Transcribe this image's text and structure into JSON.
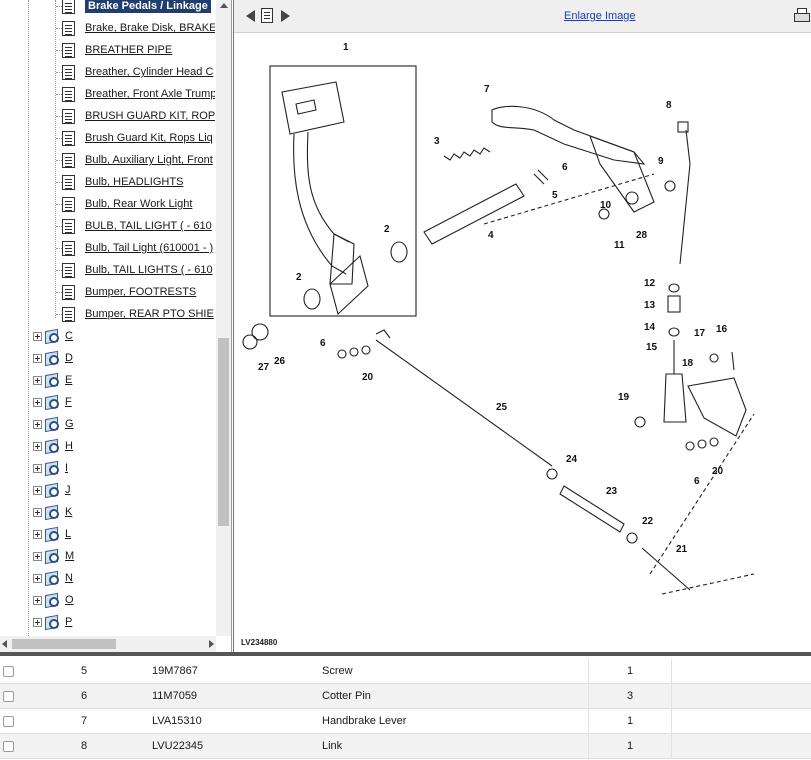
{
  "tree": {
    "selected": "Brake Pedals / Linkage",
    "items": [
      "Brake, Brake Disk, BRAKE",
      "BREATHER PIPE",
      "Breather, Cylinder Head C",
      "Breather, Front Axle Trump",
      "BRUSH GUARD KIT, ROP",
      "Brush Guard Kit, Rops Liq",
      "Bulb, Auxiliary Light, Front",
      "Bulb, HEADLIGHTS",
      "Bulb, Rear Work Light",
      "BULB, TAIL LIGHT ( - 610",
      "Bulb, Tail Light (610001 - )",
      "Bulb, TAIL LIGHTS ( - 610",
      "Bumper, FOOTRESTS",
      "Bumper, REAR PTO SHIE"
    ],
    "letters": [
      "C",
      "D",
      "E",
      "F",
      "G",
      "H",
      "I",
      "J",
      "K",
      "L",
      "M",
      "N",
      "O",
      "P"
    ]
  },
  "viewer": {
    "enlarge_label": "Enlarge Image",
    "diagram_id": "LV234880",
    "callouts": [
      "1",
      "2",
      "2",
      "3",
      "4",
      "5",
      "6",
      "6",
      "6",
      "7",
      "8",
      "9",
      "10",
      "11",
      "12",
      "13",
      "14",
      "15",
      "16",
      "17",
      "18",
      "19",
      "20",
      "20",
      "21",
      "22",
      "23",
      "24",
      "25",
      "26",
      "27",
      "28"
    ]
  },
  "parts": {
    "rows": [
      {
        "ref": "5",
        "part_no": "19M7867",
        "description": "Screw",
        "qty": "1"
      },
      {
        "ref": "6",
        "part_no": "11M7059",
        "description": "Cotter Pin",
        "qty": "3"
      },
      {
        "ref": "7",
        "part_no": "LVA15310",
        "description": "Handbrake Lever",
        "qty": "1"
      },
      {
        "ref": "8",
        "part_no": "LVU22345",
        "description": "Link",
        "qty": "1"
      }
    ]
  }
}
